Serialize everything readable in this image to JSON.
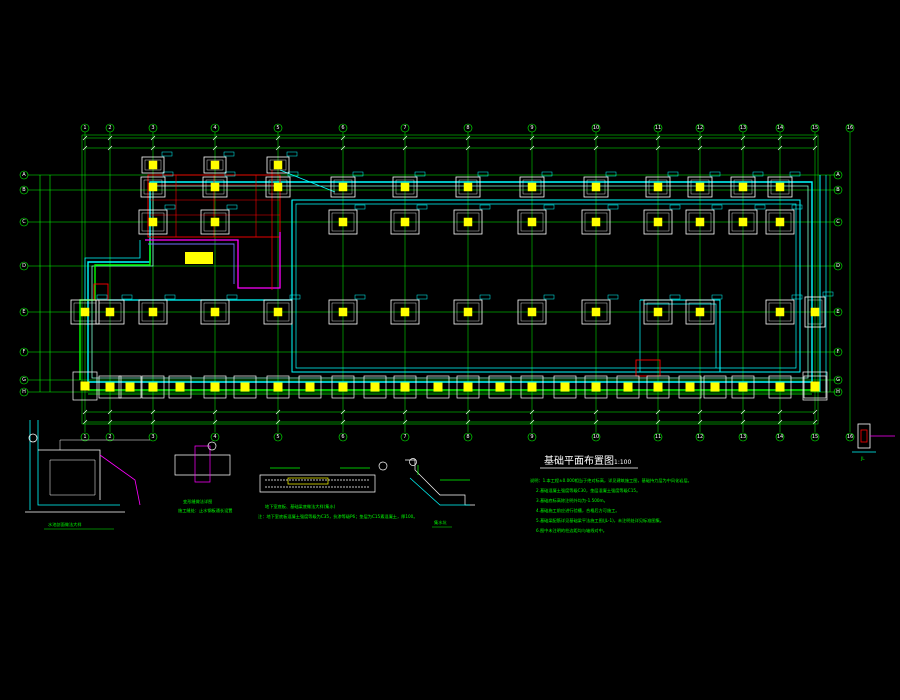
{
  "drawing": {
    "title": "基础平面布置图",
    "scale": "1:100",
    "background": "#000000",
    "colors": {
      "grid": "#00ff00",
      "beam": "#00ffff",
      "footing": "#ffffff",
      "column": "#ffff00",
      "detail": "#ff0000",
      "highlight": "#ff00ff",
      "beam_inner": "#7fffd4"
    }
  },
  "grid_axes": {
    "columns": [
      "1",
      "2",
      "3",
      "4",
      "5",
      "6",
      "7",
      "8",
      "9",
      "10",
      "11",
      "12",
      "13",
      "14",
      "15",
      "16"
    ],
    "rows": [
      "A",
      "B",
      "C",
      "D",
      "E",
      "F",
      "G",
      "H"
    ]
  },
  "details": {
    "wall_section_label": "水池剖面做法大样",
    "joint_label": "变形缝做法详图",
    "joint_note": "施工缝处：止水钢板通长设置",
    "beam_detail_label": "地下室底板、基础梁底做法大样(集水)",
    "beam_detail_note": "注：地下室底板混凝土强度等级为C35，抗渗等级P6；垫层为C15素混凝土，厚100。",
    "pit_label": "集水坑",
    "column_label": "JL"
  },
  "notes": [
    "说明：1.本工程±0.000相当于绝对标高，详见建筑施工图，基础持力层为中风化岩层。",
    "2.基础混凝土强度等级C30，垫层混凝土强度等级C15。",
    "3.基础底标高除注明外均为-1.500m。",
    "4.基础施工前应进行验槽，合格后方可施工。",
    "5.基础梁配筋详见基础梁平法施工图(JL-1)，未注明处详见标准图集。",
    "6.图中未注明的柱边距均与轴线对中。"
  ]
}
